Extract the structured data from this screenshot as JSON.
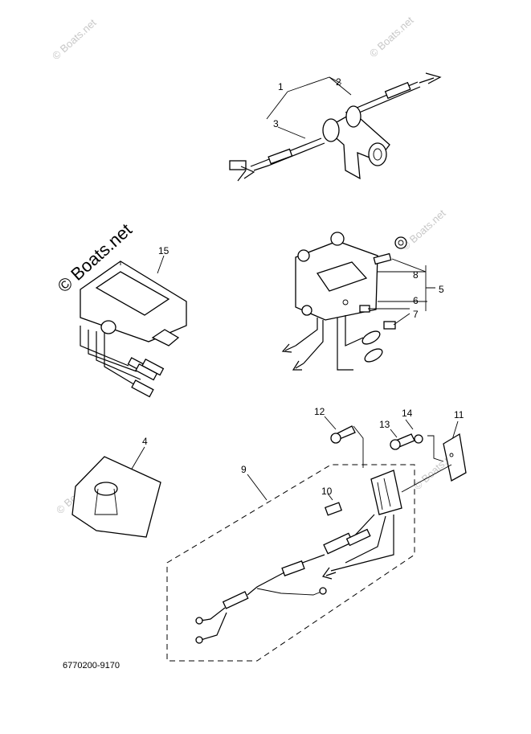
{
  "diagram": {
    "watermark": "© Boats.net",
    "part_code": "6770200-9170",
    "callouts": {
      "c1": "1",
      "c2": "2",
      "c3": "3",
      "c4": "4",
      "c5": "5",
      "c6": "6",
      "c7": "7",
      "c8": "8",
      "c9": "9",
      "c10": "10",
      "c11": "11",
      "c12": "12",
      "c13": "13",
      "c14": "14",
      "c15": "15"
    }
  }
}
